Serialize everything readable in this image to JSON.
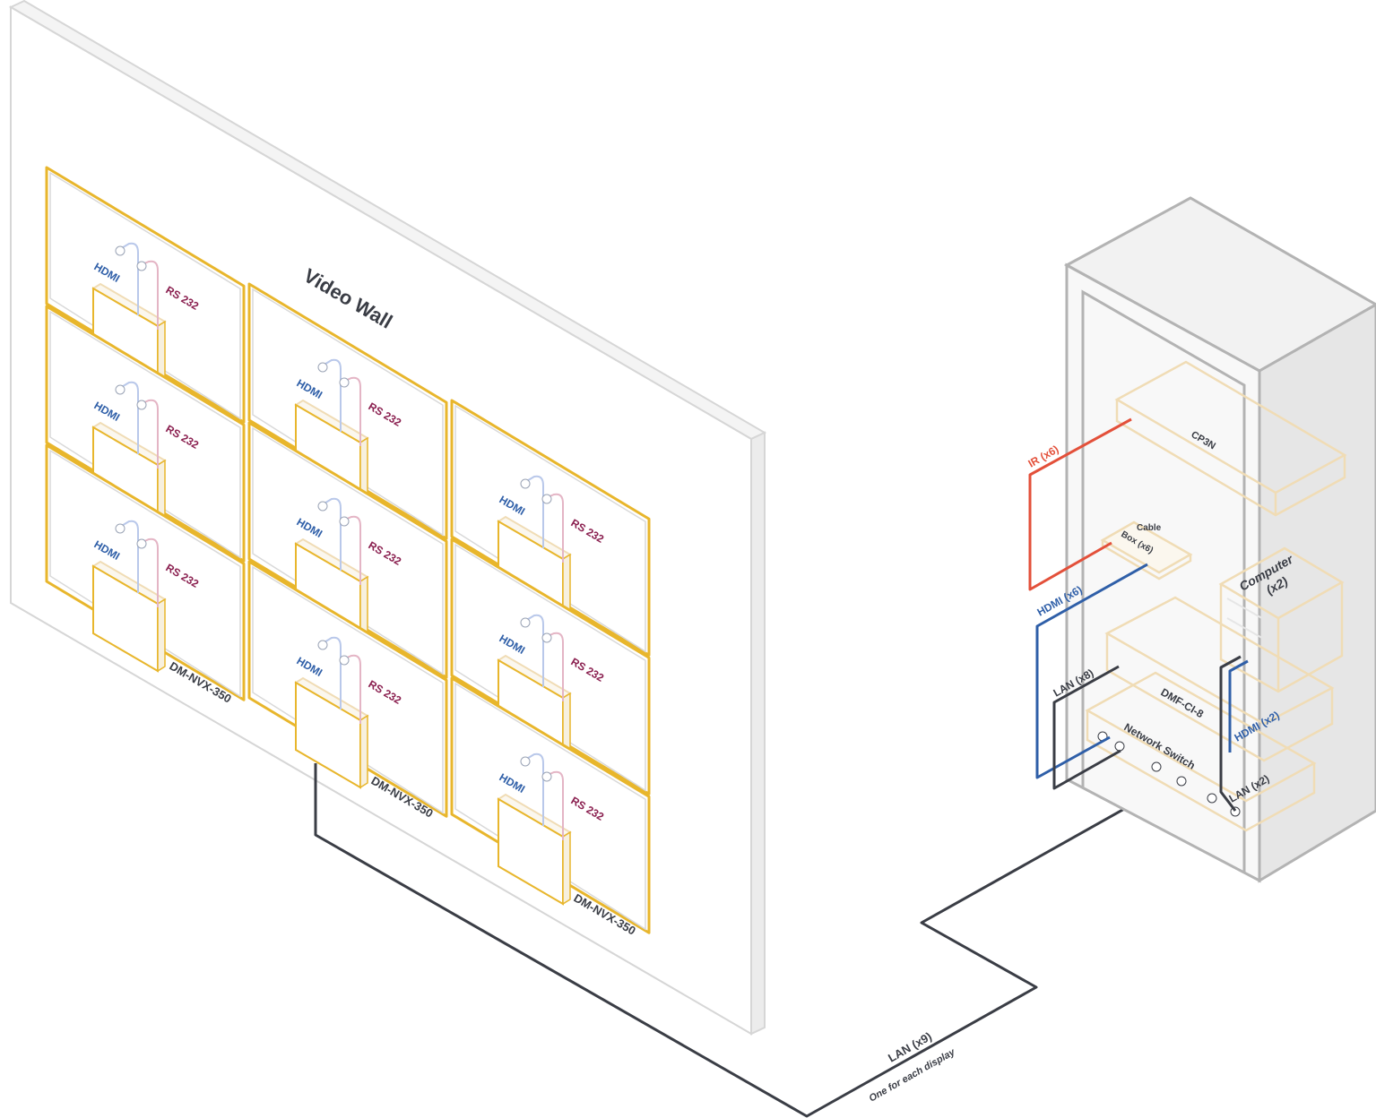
{
  "colors": {
    "display_border": "#e8b62c",
    "hdmi": "#2f5fa8",
    "rs232": "#8a1f4f",
    "ir": "#e3503a",
    "lan": "#3a3d45",
    "device_outline": "#f0dcb5",
    "rack": "#b3b3b3"
  },
  "wall": {
    "title": "Video Wall"
  },
  "displays": [
    {
      "hdmi": "HDMI",
      "rs232": "RS 232"
    },
    {
      "hdmi": "HDMI",
      "rs232": "RS 232"
    },
    {
      "hdmi": "HDMI",
      "rs232": "RS 232"
    },
    {
      "hdmi": "HDMI",
      "rs232": "RS 232"
    },
    {
      "hdmi": "HDMI",
      "rs232": "RS 232"
    },
    {
      "hdmi": "HDMI",
      "rs232": "RS 232"
    },
    {
      "hdmi": "HDMI",
      "rs232": "RS 232"
    },
    {
      "hdmi": "HDMI",
      "rs232": "RS 232"
    },
    {
      "hdmi": "HDMI",
      "rs232": "RS 232"
    }
  ],
  "encoder_labels": [
    "DM-NVX-350",
    "DM-NVX-350",
    "DM-NVX-350"
  ],
  "rack": {
    "cp3n": "CP3N",
    "cable_box": [
      "Cable",
      "Box (x6)"
    ],
    "computer": [
      "Computer",
      "(x2)"
    ],
    "dmf": "DMF-CI-8",
    "switch": "Network Switch"
  },
  "cables": {
    "ir": "IR (x6)",
    "hdmi_box": "HDMI (x6)",
    "lan_dmf": "LAN (x8)",
    "hdmi_computer": "HDMI (x2)",
    "lan_computer": "LAN (x2)",
    "lan_main": "LAN (x9)",
    "lan_main_sub": "One for each display"
  }
}
